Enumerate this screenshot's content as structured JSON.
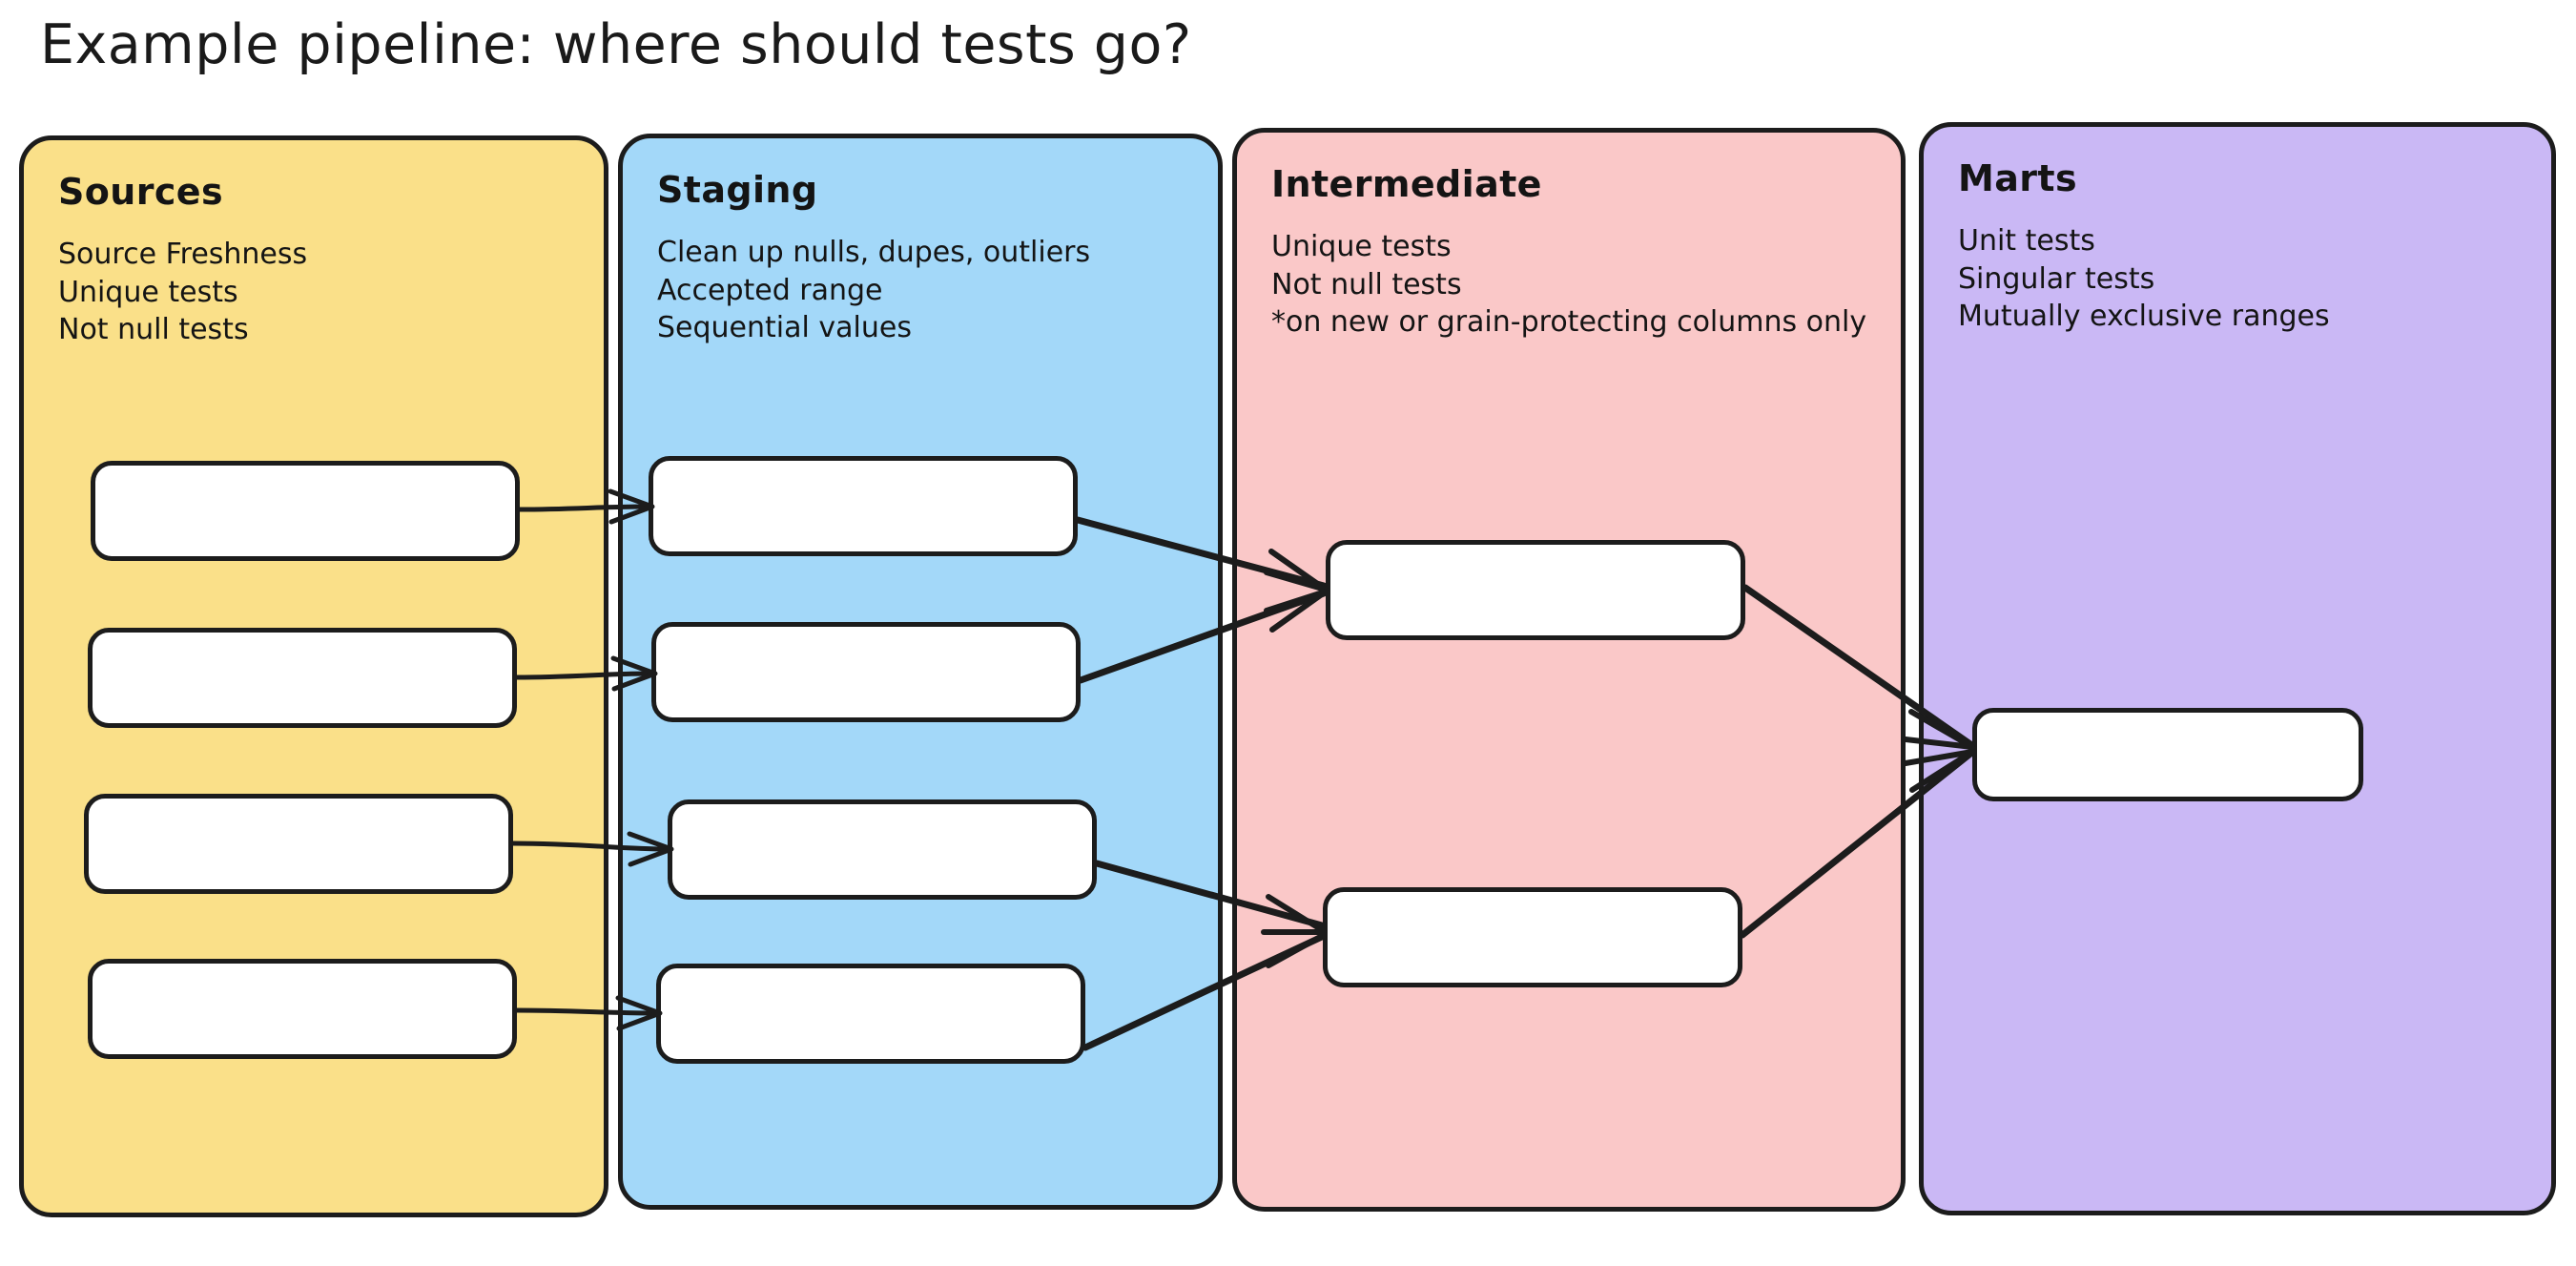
{
  "title": "Example pipeline: where should tests go?",
  "colors": {
    "sources_bg": "#FAE089",
    "staging_bg": "#A3D8F9",
    "intermediate_bg": "#FAC8C8",
    "marts_bg": "#CAB8F5",
    "stroke": "#1c1c1c",
    "node_fill": "#FFFFFF",
    "canvas_bg": "#FFFFFF"
  },
  "stages": [
    {
      "id": "sources",
      "heading": "Sources",
      "lines": [
        "Source Freshness",
        "Unique tests",
        "Not null tests"
      ],
      "nodes": [
        "",
        "",
        "",
        ""
      ]
    },
    {
      "id": "staging",
      "heading": "Staging",
      "lines": [
        "Clean up nulls, dupes, outliers",
        "Accepted range",
        "Sequential values"
      ],
      "nodes": [
        "",
        "",
        "",
        ""
      ]
    },
    {
      "id": "intermediate",
      "heading": "Intermediate",
      "lines": [
        "Unique tests",
        "Not null tests",
        "*on new or grain-protecting columns only"
      ],
      "nodes": [
        "",
        ""
      ]
    },
    {
      "id": "marts",
      "heading": "Marts",
      "lines": [
        "Unit tests",
        "Singular tests",
        "Mutually exclusive ranges"
      ],
      "nodes": [
        ""
      ]
    }
  ],
  "edges": [
    {
      "from": "sources-node-1",
      "to": "staging-node-1"
    },
    {
      "from": "sources-node-2",
      "to": "staging-node-2"
    },
    {
      "from": "sources-node-3",
      "to": "staging-node-3"
    },
    {
      "from": "sources-node-4",
      "to": "staging-node-4"
    },
    {
      "from": "staging-node-1",
      "to": "intermediate-node-1"
    },
    {
      "from": "staging-node-2",
      "to": "intermediate-node-1"
    },
    {
      "from": "staging-node-3",
      "to": "intermediate-node-2"
    },
    {
      "from": "staging-node-4",
      "to": "intermediate-node-2"
    },
    {
      "from": "intermediate-node-1",
      "to": "marts-node-1"
    },
    {
      "from": "intermediate-node-2",
      "to": "marts-node-1"
    }
  ]
}
